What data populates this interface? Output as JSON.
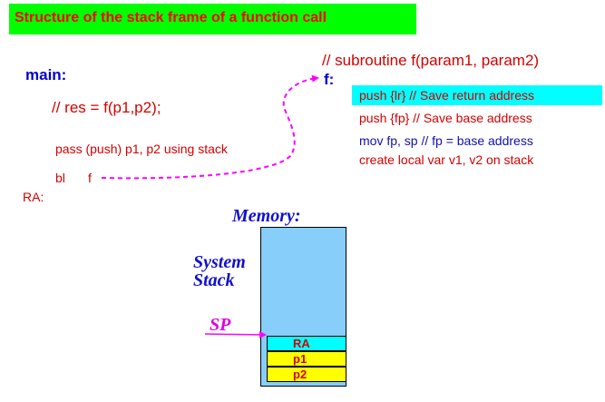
{
  "title": "Structure of the stack frame of a function call",
  "main": {
    "label": "main:",
    "comment": "// res = f(p1,p2);",
    "push_line": "pass (push) p1, p2 using stack",
    "bl_instr": "bl",
    "bl_target": "f",
    "ra_label": "RA:"
  },
  "subroutine": {
    "comment": "// subroutine f(param1, param2)",
    "label": "f:",
    "instructions": [
      "push  {lr} // Save return address",
      "push  {fp} // Save base address",
      "mov fp, sp // fp = base address",
      "create local var v1, v2 on stack"
    ]
  },
  "memory": {
    "title": "Memory:",
    "system_stack_line1": "System",
    "system_stack_line2": "Stack",
    "sp_label": "SP",
    "cells": [
      "RA",
      "p1",
      "p2"
    ]
  },
  "colors": {
    "title_bg": "#00ff00",
    "title_text": "#ff0000",
    "highlight": "#00ffff",
    "memory_bg": "#87cefa",
    "ra_cell": "#00ffff",
    "param_cell": "#ffff00",
    "arrow": "#ff00ff"
  }
}
